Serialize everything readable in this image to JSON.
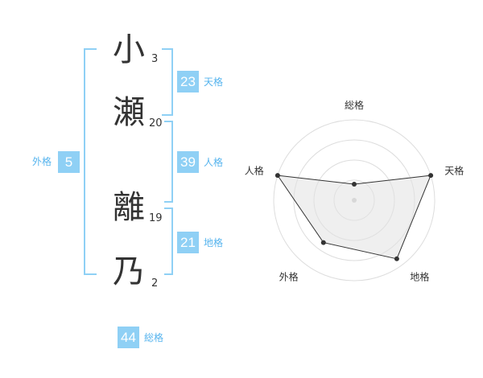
{
  "name": {
    "characters": [
      {
        "char": "小",
        "strokes": "3"
      },
      {
        "char": "瀬",
        "strokes": "20"
      },
      {
        "char": "離",
        "strokes": "19"
      },
      {
        "char": "乃",
        "strokes": "2"
      }
    ]
  },
  "fortunes": {
    "tenkaku": {
      "value": "23",
      "label": "天格"
    },
    "jinkaku": {
      "value": "39",
      "label": "人格"
    },
    "chikaku": {
      "value": "21",
      "label": "地格"
    },
    "gaikaku": {
      "value": "5",
      "label": "外格"
    },
    "soukaku": {
      "value": "44",
      "label": "総格"
    }
  },
  "colors": {
    "accent": "#8fd0f5",
    "label": "#56b4ee",
    "text": "#333333"
  },
  "chart_data": {
    "type": "radar",
    "axes": [
      "総格",
      "天格",
      "地格",
      "外格",
      "人格"
    ],
    "values": [
      0.2,
      1.0,
      0.9,
      0.65,
      1.0
    ],
    "range": [
      0,
      1
    ],
    "rings": 4
  }
}
